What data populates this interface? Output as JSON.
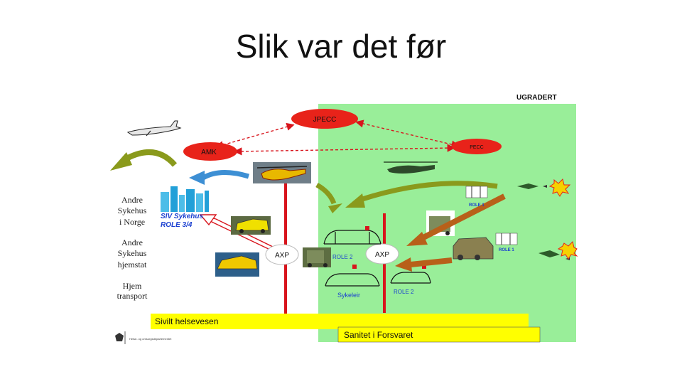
{
  "slide": {
    "title": "Slik var det før"
  },
  "diagram": {
    "classification": "UGRADERT",
    "nodes": {
      "jpecc": "JPECC",
      "amk": "AMK",
      "pecc": "PECC",
      "axp_left": "AXP",
      "axp_right": "AXP",
      "civ_hospital_line1": "SIV Sykehus",
      "civ_hospital_line2": "ROLE 3/4",
      "role2_a": "ROLE 2",
      "role2_b": "ROLE 2",
      "role1_a": "ROLE 1",
      "role1_b": "ROLE 1",
      "sykeleir": "Sykeleir"
    },
    "left_labels": {
      "group1": [
        "Andre",
        "Sykehus",
        "i Norge"
      ],
      "group2": [
        "Andre",
        "Sykehus",
        "hjemstat"
      ],
      "group3": [
        "Hjem",
        "transport"
      ]
    },
    "bars": {
      "civil": "Sivilt helsevesen",
      "military": "Sanitet i Forsvaret"
    },
    "footer_logo_text": "Helse- og omsorgsdepartementet",
    "colors": {
      "military_zone": "#99ee99",
      "red_node": "#e8231a",
      "red_line": "#d8141c",
      "bar_yellow": "#ffff00",
      "arrow_olive": "#8a9a1c",
      "arrow_blue": "#3d8fd4",
      "arrow_brown": "#b8601a",
      "role_blue": "#1a3fd0"
    }
  }
}
